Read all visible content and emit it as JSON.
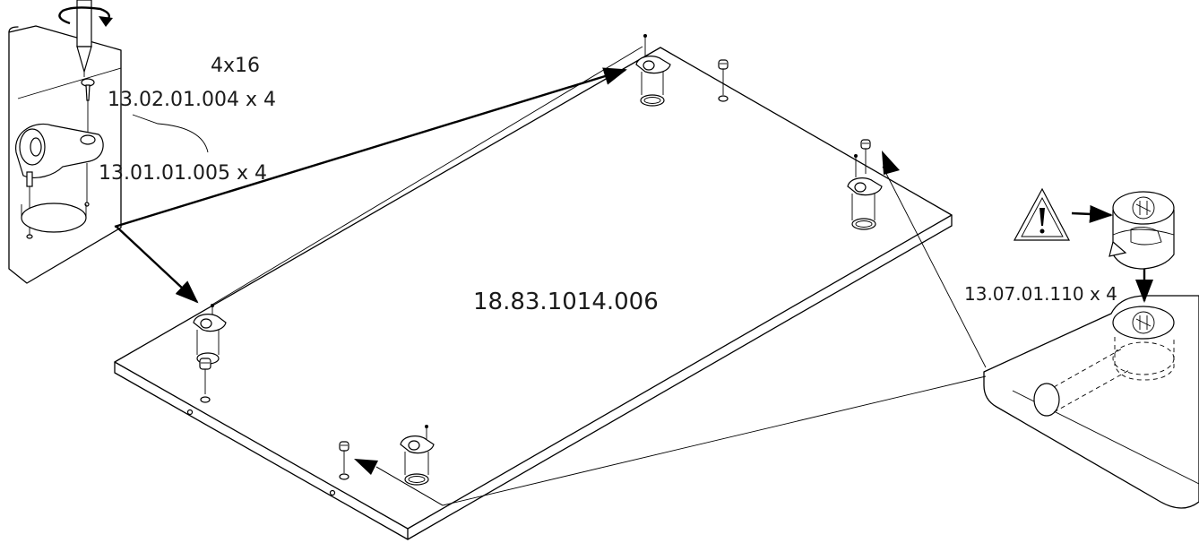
{
  "labels": {
    "screw_size": "4x16",
    "screw_code": "13.02.01.004 x 4",
    "castor_code": "13.01.01.005 x 4",
    "panel_code": "18.83.1014.006",
    "cam_code": "13.07.01.110 x 4"
  },
  "icons": {
    "warning": "warning-triangle-icon",
    "rotate": "rotate-clockwise-icon"
  }
}
